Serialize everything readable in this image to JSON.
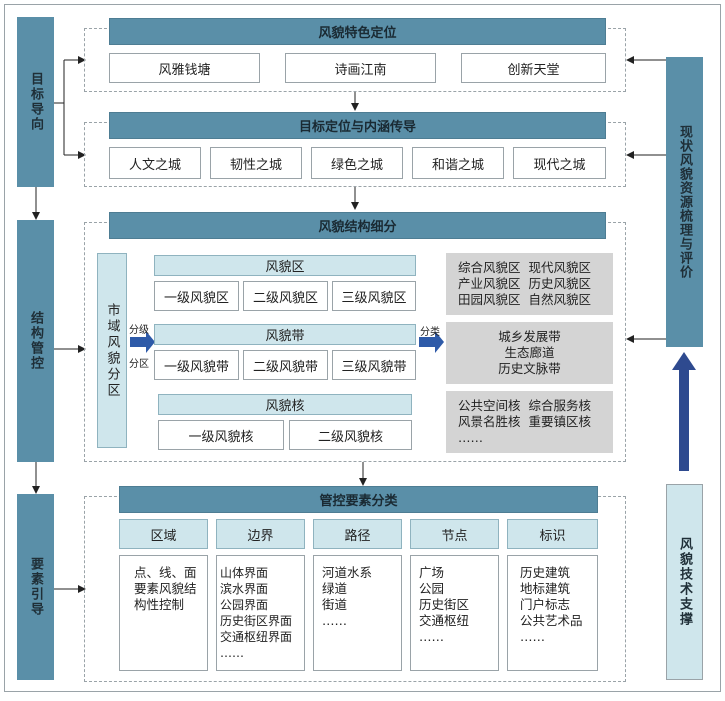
{
  "side_left": {
    "goal": "目标导向",
    "structure": "结构管控",
    "element": "要素引导"
  },
  "side_right": {
    "evaluation": "现状风貌资源梳理与评价",
    "tech": "风貌技术支撑"
  },
  "section1": {
    "title": "风貌特色定位",
    "items": [
      "风雅钱塘",
      "诗画江南",
      "创新天堂"
    ]
  },
  "section2": {
    "title": "目标定位与内涵传导",
    "items": [
      "人文之城",
      "韧性之城",
      "绿色之城",
      "和谐之城",
      "现代之城"
    ]
  },
  "section3": {
    "title": "风貌结构细分",
    "city_zone": "市域风貌分区",
    "arrow_label_top": "分级",
    "arrow_label_bottom": "分区",
    "classify_label": "分类",
    "zone": {
      "title": "风貌区",
      "items": [
        "一级风貌区",
        "二级风貌区",
        "三级风貌区"
      ]
    },
    "belt": {
      "title": "风貌带",
      "items": [
        "一级风貌带",
        "二级风貌带",
        "三级风貌带"
      ]
    },
    "core": {
      "title": "风貌核",
      "items": [
        "一级风貌核",
        "二级风貌核"
      ]
    },
    "zone_types": [
      "综合风貌区  现代风貌区",
      "产业风貌区  历史风貌区",
      "田园风貌区  自然风貌区"
    ],
    "belt_types": [
      "城乡发展带",
      "生态廊道",
      "历史文脉带"
    ],
    "core_types": [
      "公共空间核  综合服务核",
      "风景名胜核  重要镇区核",
      "……"
    ]
  },
  "section4": {
    "title": "管控要素分类",
    "columns": [
      {
        "header": "区域",
        "lines": [
          "点、线、面",
          "要素风貌结",
          "构性控制"
        ]
      },
      {
        "header": "边界",
        "lines": [
          "山体界面",
          "滨水界面",
          "公园界面",
          "历史街区界面",
          "交通枢纽界面",
          "……"
        ]
      },
      {
        "header": "路径",
        "lines": [
          "河道水系",
          "绿道",
          "街道",
          "……"
        ]
      },
      {
        "header": "节点",
        "lines": [
          "广场",
          "公园",
          "历史街区",
          "交通枢纽",
          "……"
        ]
      },
      {
        "header": "标识",
        "lines": [
          "历史建筑",
          "地标建筑",
          "门户标志",
          "公共艺术品",
          "……"
        ]
      }
    ]
  },
  "colors": {
    "header": "#5a8fa8",
    "light": "#cfe6ec",
    "grey": "#d4d4d4",
    "arrow": "#2e4a8f"
  }
}
